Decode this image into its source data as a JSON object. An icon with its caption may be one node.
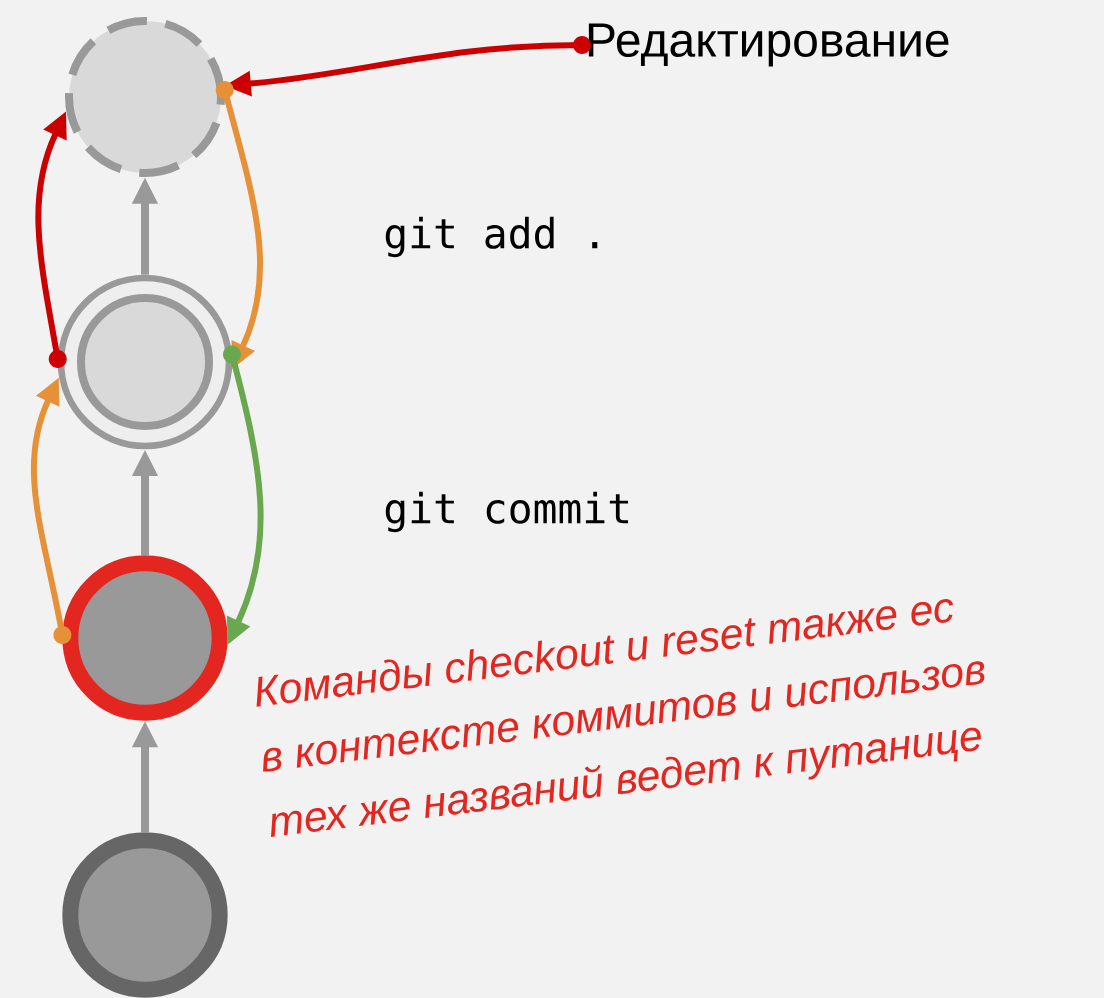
{
  "diagram": {
    "nodes": [
      {
        "text": [],
        "shape": "circle"
      },
      {
        "text": [],
        "shape": "circle"
      },
      {
        "text": [],
        "shape": "circle"
      },
      {
        "text": [],
        "shape": "circle"
      },
      {
        "text": [
          "Редактирование"
        ]
      }
    ],
    "edges": [
      {
        "from": 3,
        "to": 2,
        "arrow": "to"
      },
      {
        "from": 2,
        "to": 1,
        "arrow": "to"
      },
      {
        "from": 1,
        "to": 0,
        "arrow": "to"
      },
      {
        "from": 4,
        "to": 0,
        "arrow": "to",
        "color": "#cc0000"
      },
      {
        "from": 1,
        "to": 0,
        "arrow": "to",
        "color": "#cc0000"
      },
      {
        "from": 0,
        "to": 1,
        "arrow": "to",
        "color": "#e69138"
      },
      {
        "from": 2,
        "to": 1,
        "arrow": "to",
        "color": "#e69138"
      },
      {
        "from": 1,
        "to": 2,
        "arrow": "to",
        "color": "#6aa84f"
      }
    ],
    "labels": [
      "git add .",
      "git commit",
      "Команды checkout и reset также ес",
      "в контексте коммитов и использов",
      "тех же названий ведет к путанице"
    ]
  }
}
